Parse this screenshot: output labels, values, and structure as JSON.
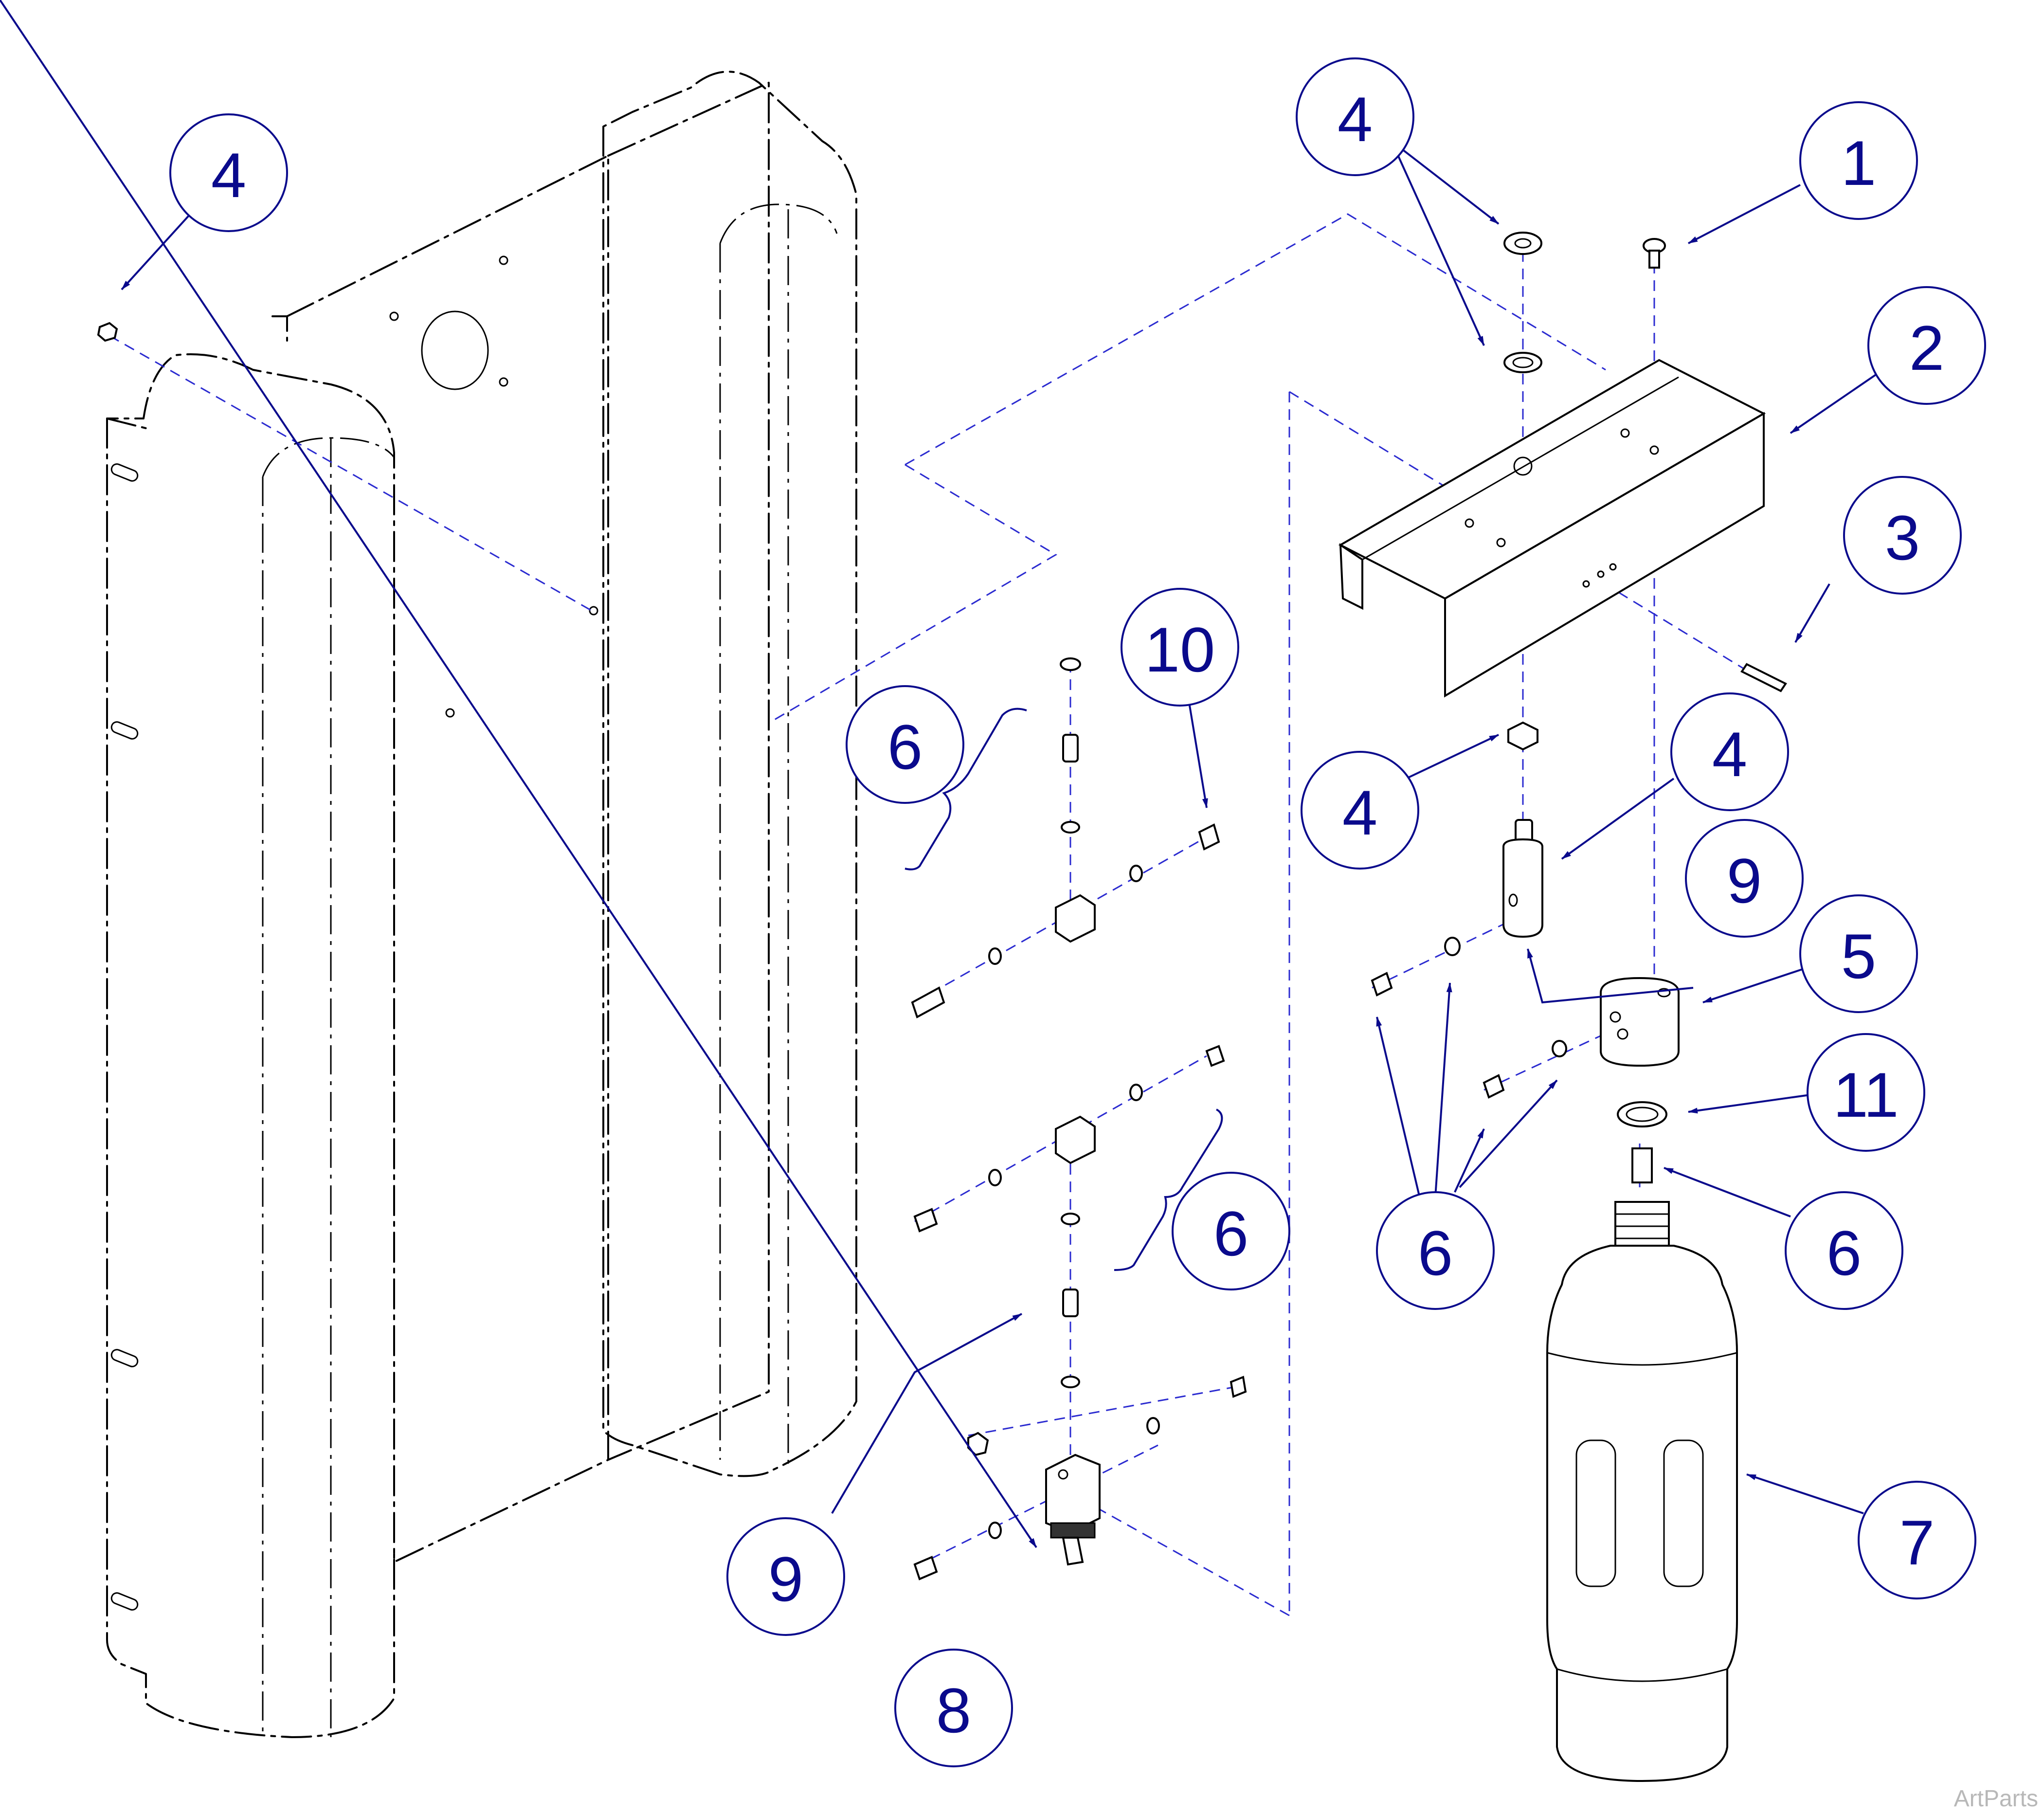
{
  "watermark": "ArtParts",
  "colors": {
    "callout": "#0a0a8c",
    "guide_line": "#2b2bd0",
    "line_art": "#000000"
  },
  "callouts": [
    {
      "id": "c-left-4",
      "label": "4"
    },
    {
      "id": "c-top-4",
      "label": "4"
    },
    {
      "id": "c-1",
      "label": "1"
    },
    {
      "id": "c-2",
      "label": "2"
    },
    {
      "id": "c-3",
      "label": "3"
    },
    {
      "id": "c-10",
      "label": "10"
    },
    {
      "id": "c-6-upper",
      "label": "6"
    },
    {
      "id": "c-4-nut",
      "label": "4"
    },
    {
      "id": "c-4-fitting",
      "label": "4"
    },
    {
      "id": "c-9-right",
      "label": "9"
    },
    {
      "id": "c-5",
      "label": "5"
    },
    {
      "id": "c-11",
      "label": "11"
    },
    {
      "id": "c-6-right",
      "label": "6"
    },
    {
      "id": "c-6-group",
      "label": "6"
    },
    {
      "id": "c-6-lower",
      "label": "6"
    },
    {
      "id": "c-9-left",
      "label": "9"
    },
    {
      "id": "c-7",
      "label": "7"
    },
    {
      "id": "c-8",
      "label": "8"
    }
  ]
}
